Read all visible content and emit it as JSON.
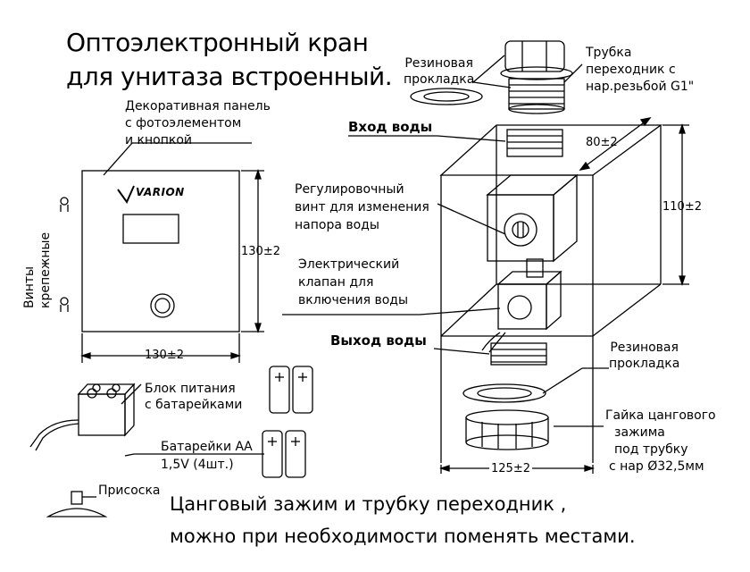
{
  "title": {
    "line1": "Оптоэлектронный кран",
    "line2": "для унитаза встроенный."
  },
  "labels": {
    "rubber_gasket_top": [
      "Резиновая",
      "прокладка"
    ],
    "adapter_tube": [
      "Трубка",
      "переходник с",
      "нар.резьбой G1\""
    ],
    "decor_panel": [
      "Декоративная панель",
      "с фотоэлементом",
      "и кнопкой"
    ],
    "water_in": "Вход воды",
    "adjust_screw": [
      "Регулировочный",
      "винт для изменения",
      "напора воды"
    ],
    "solenoid_valve": [
      "Электрический",
      "клапан для",
      "включения воды"
    ],
    "water_out": "Выход воды",
    "rubber_gasket_bottom": [
      "Резиновая",
      "прокладка"
    ],
    "mounting_screws": [
      "Винты",
      "крепежные"
    ],
    "power_block": [
      "Блок питания",
      "с батарейками"
    ],
    "batteries": [
      "Батарейки АА",
      "1,5V (4шт.)"
    ],
    "collet_nut": [
      "Гайка цангового",
      "зажима",
      "под трубку",
      "с нар Ø32,5мм"
    ],
    "suction_cup": "Присоска",
    "brand": "VARION"
  },
  "dimensions": {
    "panel_height": "130±2",
    "panel_width": "130±2",
    "box_depth": "80±2",
    "box_height": "110±2",
    "box_width": "125±2"
  },
  "note": {
    "line1": "Цанговый зажим и трубку переходник ,",
    "line2": "можно при необходимости поменять местами."
  }
}
